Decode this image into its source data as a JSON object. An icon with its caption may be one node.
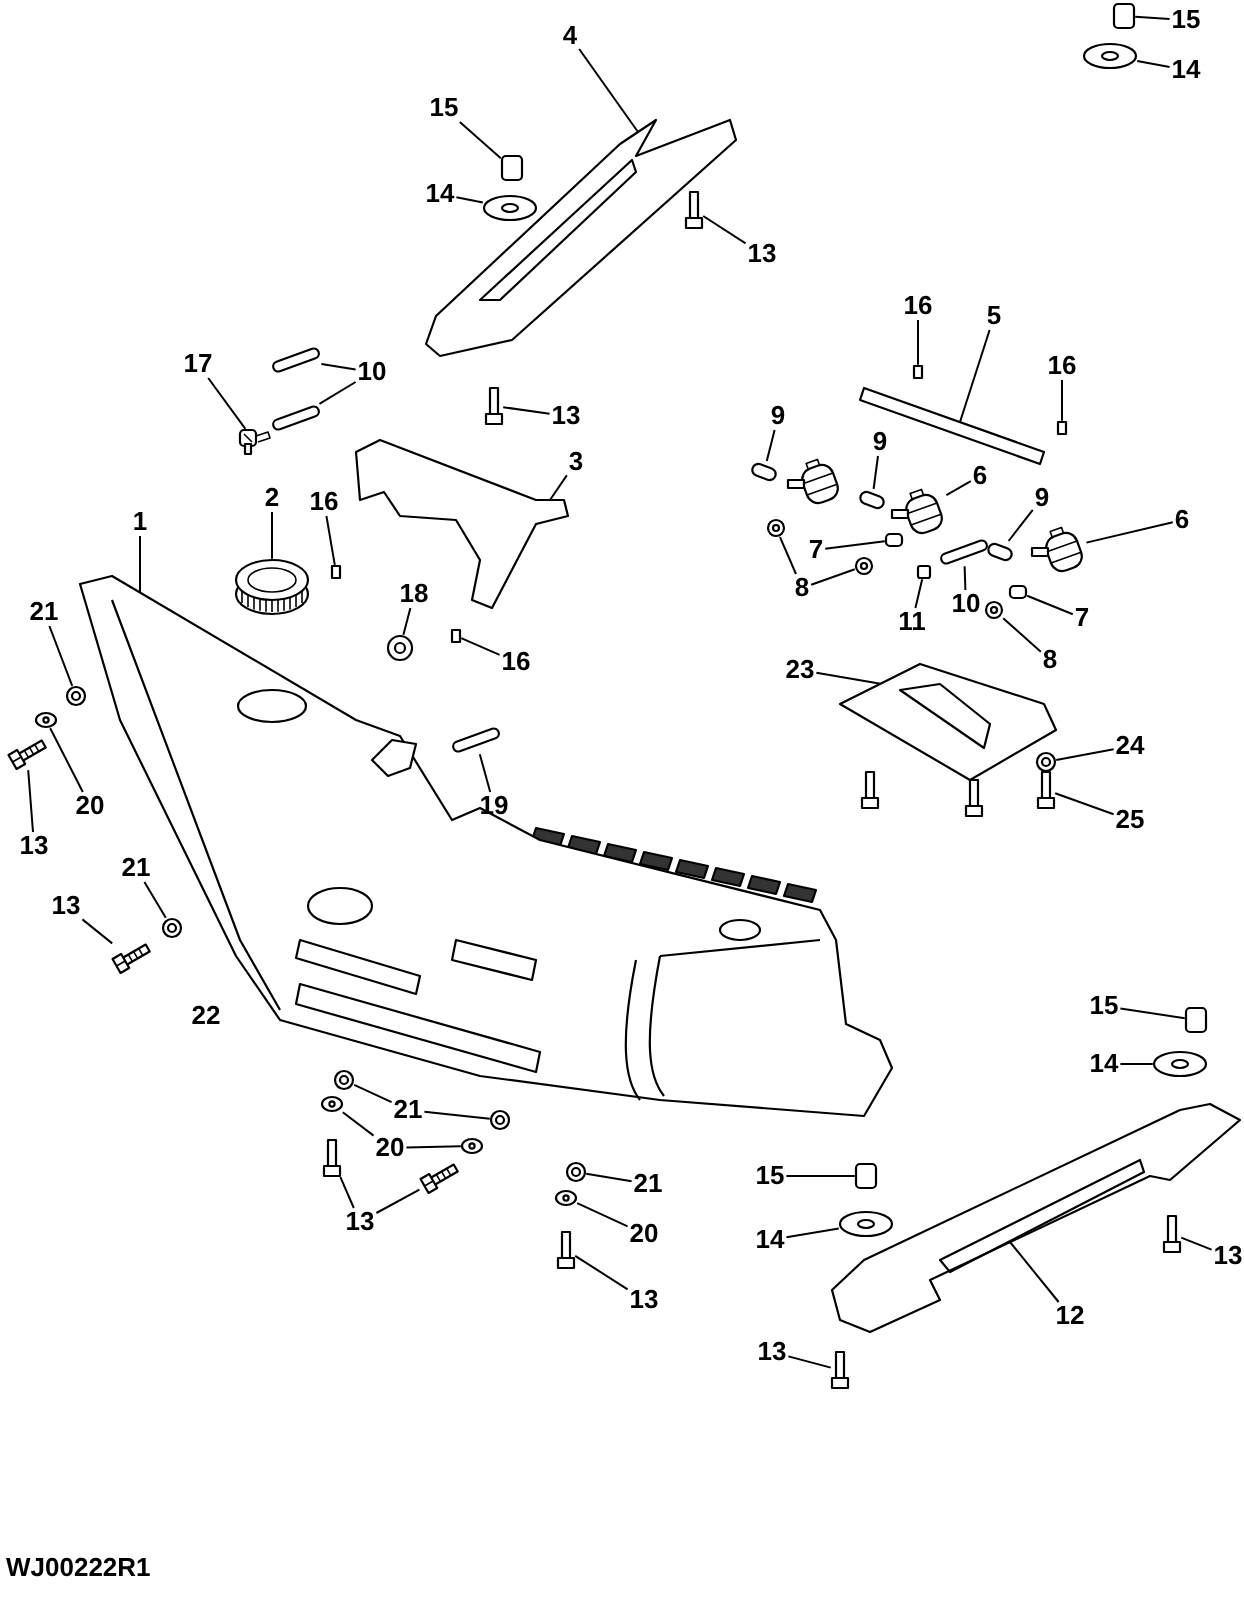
{
  "diagram": {
    "nodes": [
      {
        "text": [
          "15"
        ]
      },
      {
        "text": [
          "14"
        ]
      },
      {
        "text": [
          "4"
        ]
      },
      {
        "text": [
          "15"
        ]
      },
      {
        "text": [
          "14"
        ]
      },
      {
        "text": [
          "13"
        ]
      },
      {
        "text": [
          "16"
        ]
      },
      {
        "text": [
          "5"
        ]
      },
      {
        "text": [
          "16"
        ]
      },
      {
        "text": [
          "17"
        ]
      },
      {
        "text": [
          "10"
        ]
      },
      {
        "text": [
          "13"
        ]
      },
      {
        "text": [
          "3"
        ]
      },
      {
        "text": [
          "9"
        ]
      },
      {
        "text": [
          "9"
        ]
      },
      {
        "text": [
          "6"
        ]
      },
      {
        "text": [
          "9"
        ]
      },
      {
        "text": [
          "6"
        ]
      },
      {
        "text": [
          "1"
        ]
      },
      {
        "text": [
          "2"
        ]
      },
      {
        "text": [
          "16"
        ]
      },
      {
        "text": [
          "21"
        ]
      },
      {
        "text": [
          "18"
        ]
      },
      {
        "text": [
          "16"
        ]
      },
      {
        "text": [
          "7"
        ]
      },
      {
        "text": [
          "8"
        ]
      },
      {
        "text": [
          "11"
        ]
      },
      {
        "text": [
          "10"
        ]
      },
      {
        "text": [
          "7"
        ]
      },
      {
        "text": [
          "8"
        ]
      },
      {
        "text": [
          "23"
        ]
      },
      {
        "text": [
          "24"
        ]
      },
      {
        "text": [
          "25"
        ]
      },
      {
        "text": [
          "20"
        ]
      },
      {
        "text": [
          "13"
        ]
      },
      {
        "text": [
          "19"
        ]
      },
      {
        "text": [
          "21"
        ]
      },
      {
        "text": [
          "13"
        ]
      },
      {
        "text": [
          "15"
        ]
      },
      {
        "text": [
          "14"
        ]
      },
      {
        "text": [
          "21"
        ]
      },
      {
        "text": [
          "20"
        ]
      },
      {
        "text": [
          "13"
        ]
      },
      {
        "text": [
          "21"
        ]
      },
      {
        "text": [
          "20"
        ]
      },
      {
        "text": [
          "15"
        ]
      },
      {
        "text": [
          "14"
        ]
      },
      {
        "text": [
          "13"
        ]
      },
      {
        "text": [
          "13"
        ]
      },
      {
        "text": [
          "12"
        ]
      },
      {
        "text": [
          "13"
        ]
      },
      {
        "text": [],
        "shape": "box"
      },
      {
        "text": [],
        "shape": "circle"
      },
      {
        "text": [],
        "shape": "picture"
      },
      {
        "text": [],
        "shape": "box"
      },
      {
        "text": [],
        "shape": "circle"
      },
      {
        "text": [],
        "shape": "picture"
      },
      {
        "text": [],
        "shape": "box"
      },
      {
        "text": [],
        "shape": "bar"
      },
      {
        "text": [],
        "shape": "box"
      },
      {
        "text": [],
        "shape": "picture"
      },
      {
        "text": [],
        "shape": "box"
      },
      {
        "text": [],
        "shape": "box"
      },
      {
        "text": [],
        "shape": "picture"
      },
      {
        "text": [],
        "shape": "picture"
      },
      {
        "text": [],
        "shape": "box"
      },
      {
        "text": [],
        "shape": "box"
      },
      {
        "text": [],
        "shape": "picture"
      },
      {
        "text": [],
        "shape": "box"
      },
      {
        "text": [],
        "shape": "picture"
      },
      {
        "text": [],
        "shape": "picture"
      },
      {
        "text": [],
        "shape": "picture"
      },
      {
        "text": [],
        "shape": "box"
      },
      {
        "text": [],
        "shape": "circle"
      },
      {
        "text": [],
        "shape": "circle"
      },
      {
        "text": [],
        "shape": "box"
      },
      {
        "text": [],
        "shape": "box"
      },
      {
        "text": [],
        "shape": "circle"
      },
      {
        "text": [],
        "shape": "circle"
      },
      {
        "text": [],
        "shape": "box"
      },
      {
        "text": [],
        "shape": "box"
      },
      {
        "text": [],
        "shape": "box"
      },
      {
        "text": [],
        "shape": "circle"
      },
      {
        "text": [],
        "shape": "picture"
      },
      {
        "text": [],
        "shape": "circle"
      },
      {
        "text": [],
        "shape": "picture"
      },
      {
        "text": [],
        "shape": "circle"
      },
      {
        "text": [],
        "shape": "box"
      },
      {
        "text": [],
        "shape": "box"
      },
      {
        "text": [],
        "shape": "circle"
      },
      {
        "text": [],
        "shape": "box"
      },
      {
        "text": [],
        "shape": "box"
      },
      {
        "text": [],
        "shape": "circle"
      },
      {
        "text": [],
        "shape": "circle"
      },
      {
        "text": [],
        "shape": "circle"
      },
      {
        "text": [],
        "shape": "circle"
      },
      {
        "text": [],
        "shape": "circle"
      },
      {
        "text": [],
        "shape": "picture"
      },
      {
        "text": [],
        "shape": "box"
      },
      {
        "text": [],
        "shape": "circle"
      },
      {
        "text": [],
        "shape": "circle"
      },
      {
        "text": [],
        "shape": "box"
      },
      {
        "text": [],
        "shape": "circle"
      },
      {
        "text": [],
        "shape": "picture"
      },
      {
        "text": [],
        "shape": "picture"
      },
      {
        "text": [],
        "shape": "picture"
      },
      {
        "text": [],
        "shape": "picture"
      }
    ],
    "edges": [
      {
        "from": 0,
        "to": 51,
        "arrow": "none"
      },
      {
        "from": 1,
        "to": 52,
        "arrow": "none"
      },
      {
        "from": 2,
        "to": 53,
        "arrow": "none"
      },
      {
        "from": 3,
        "to": 54,
        "arrow": "none"
      },
      {
        "from": 4,
        "to": 55,
        "arrow": "none"
      },
      {
        "from": 5,
        "to": 56,
        "arrow": "none"
      },
      {
        "from": 6,
        "to": 57,
        "arrow": "none"
      },
      {
        "from": 7,
        "to": 58,
        "arrow": "none"
      },
      {
        "from": 8,
        "to": 59,
        "arrow": "none"
      },
      {
        "from": 9,
        "to": 60,
        "arrow": "none"
      },
      {
        "from": 10,
        "to": 61,
        "arrow": "none"
      },
      {
        "from": 10,
        "to": 62,
        "arrow": "none"
      },
      {
        "from": 11,
        "to": 63,
        "arrow": "none"
      },
      {
        "from": 12,
        "to": 64,
        "arrow": "none"
      },
      {
        "from": 13,
        "to": 65,
        "arrow": "none"
      },
      {
        "from": 14,
        "to": 66,
        "arrow": "none"
      },
      {
        "from": 15,
        "to": 67,
        "arrow": "none"
      },
      {
        "from": 16,
        "to": 68,
        "arrow": "none"
      },
      {
        "from": 17,
        "to": 69,
        "arrow": "none"
      },
      {
        "from": 18,
        "to": 70,
        "arrow": "none"
      },
      {
        "from": 19,
        "to": 71,
        "arrow": "none"
      },
      {
        "from": 20,
        "to": 72,
        "arrow": "none"
      },
      {
        "from": 21,
        "to": 73,
        "arrow": "none"
      },
      {
        "from": 22,
        "to": 74,
        "arrow": "none"
      },
      {
        "from": 23,
        "to": 75,
        "arrow": "none"
      },
      {
        "from": 24,
        "to": 76,
        "arrow": "none"
      },
      {
        "from": 25,
        "to": 77,
        "arrow": "none"
      },
      {
        "from": 25,
        "to": 78,
        "arrow": "none"
      },
      {
        "from": 26,
        "to": 79,
        "arrow": "none"
      },
      {
        "from": 27,
        "to": 80,
        "arrow": "none"
      },
      {
        "from": 28,
        "to": 81,
        "arrow": "none"
      },
      {
        "from": 29,
        "to": 82,
        "arrow": "none"
      },
      {
        "from": 30,
        "to": 83,
        "arrow": "none"
      },
      {
        "from": 31,
        "to": 84,
        "arrow": "none"
      },
      {
        "from": 32,
        "to": 85,
        "arrow": "none"
      },
      {
        "from": 33,
        "to": 86,
        "arrow": "none"
      },
      {
        "from": 34,
        "to": 87,
        "arrow": "none"
      },
      {
        "from": 35,
        "to": 88,
        "arrow": "none"
      },
      {
        "from": 36,
        "to": 89,
        "arrow": "none"
      },
      {
        "from": 37,
        "to": 90,
        "arrow": "none"
      },
      {
        "from": 38,
        "to": 91,
        "arrow": "none"
      },
      {
        "from": 39,
        "to": 92,
        "arrow": "none"
      },
      {
        "from": 40,
        "to": 93,
        "arrow": "none"
      },
      {
        "from": 40,
        "to": 94,
        "arrow": "none"
      },
      {
        "from": 41,
        "to": 95,
        "arrow": "none"
      },
      {
        "from": 41,
        "to": 96,
        "arrow": "none"
      },
      {
        "from": 42,
        "to": 97,
        "arrow": "none"
      },
      {
        "from": 42,
        "to": 98,
        "arrow": "none"
      },
      {
        "from": 43,
        "to": 99,
        "arrow": "none"
      },
      {
        "from": 44,
        "to": 100,
        "arrow": "none"
      },
      {
        "from": 45,
        "to": 101,
        "arrow": "none"
      },
      {
        "from": 46,
        "to": 102,
        "arrow": "none"
      },
      {
        "from": 47,
        "to": 103,
        "arrow": "none"
      },
      {
        "from": 48,
        "to": 104,
        "arrow": "none"
      },
      {
        "from": 49,
        "to": 105,
        "arrow": "none"
      },
      {
        "from": 50,
        "to": 106,
        "arrow": "none"
      }
    ],
    "labels": [
      "22",
      "WJ00222R1"
    ]
  }
}
